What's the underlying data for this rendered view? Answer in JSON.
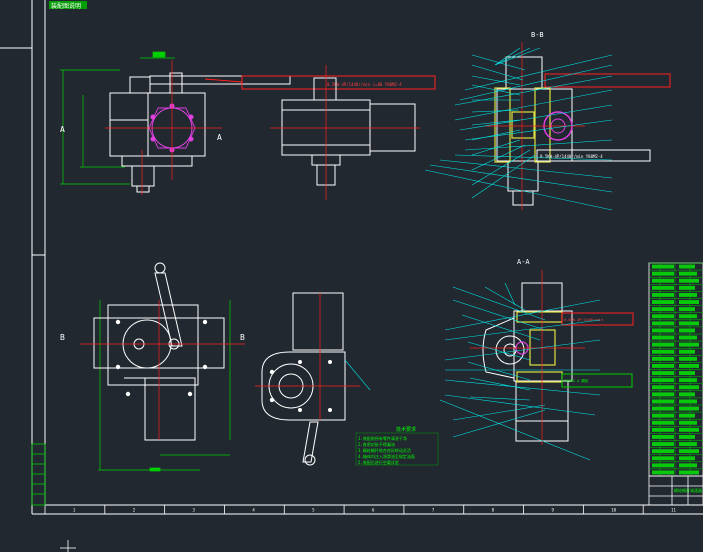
{
  "top_tag": "装配图说明",
  "section_bb": "B-B",
  "section_aa": "A-A",
  "view_letters": {
    "a1": "A",
    "a2": "A",
    "b1": "B",
    "b2": "B"
  },
  "tech_title": "技术要求",
  "tech_lines": [
    "1.装配前所有零件清洗干净",
    "2.各密封处不得漏油",
    "3.蜗轮蜗杆啮合良好转动灵活",
    "4.箱体内注入润滑油至规定油面",
    "5.装配后进行空载试验"
  ],
  "callouts": {
    "top_left": "0.5KW-4P/1440r/min  i=80  Y80M2-4",
    "section_bb": "0.5KW-4P/1440r/min  Y80M2-4",
    "section_aa_upper": "0.5KW-4P/1440r/min",
    "section_aa_lower": "Y80M2-4 蜗轮"
  },
  "table_title": "蜗轮蜗杆减速器",
  "grid_numbers": [
    "1",
    "2",
    "3",
    "4",
    "5",
    "6",
    "7",
    "8",
    "9",
    "10",
    "11"
  ],
  "colors": {
    "background": "#212830",
    "frame": "#ffffff",
    "part_outline": "#ffffff",
    "centerline": "#ff2020",
    "leader": "#00e5e5",
    "dimension": "#00d000",
    "hatch": "#e0e040",
    "bolt_circle": "#e040e0",
    "callout_box": "#ff2020",
    "table_text": "#00ff00"
  }
}
